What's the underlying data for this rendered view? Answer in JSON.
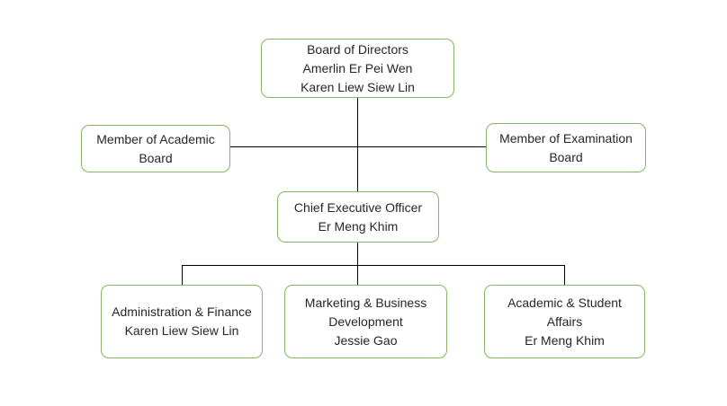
{
  "colors": {
    "box_border": "#85b761",
    "connector": "#000000",
    "text": "#262626",
    "background": "#ffffff"
  },
  "nodes": [
    {
      "id": "board-of-directors",
      "title": "Board of Directors",
      "people": [
        "Amerlin Er Pei Wen",
        "Karen Liew Siew Lin"
      ]
    },
    {
      "id": "member-academic-board",
      "title": "Member of Academic Board",
      "people": []
    },
    {
      "id": "member-examination-board",
      "title": "Member of Examination Board",
      "people": []
    },
    {
      "id": "chief-executive-officer",
      "title": "Chief Executive Officer",
      "people": [
        "Er Meng Khim"
      ]
    },
    {
      "id": "administration-finance",
      "title": "Administration & Finance",
      "people": [
        "Karen Liew Siew Lin"
      ]
    },
    {
      "id": "marketing-business-development",
      "title": "Marketing & Business Development",
      "people": [
        "Jessie Gao"
      ]
    },
    {
      "id": "academic-student-affairs",
      "title": "Academic & Student Affairs",
      "people": [
        "Er Meng Khim"
      ]
    }
  ],
  "edges": [
    {
      "from": "board-of-directors",
      "to": "chief-executive-officer"
    },
    {
      "from": "member-academic-board",
      "to": "board-ceo-trunk"
    },
    {
      "from": "member-examination-board",
      "to": "board-ceo-trunk"
    },
    {
      "from": "chief-executive-officer",
      "to": "administration-finance"
    },
    {
      "from": "chief-executive-officer",
      "to": "marketing-business-development"
    },
    {
      "from": "chief-executive-officer",
      "to": "academic-student-affairs"
    }
  ]
}
